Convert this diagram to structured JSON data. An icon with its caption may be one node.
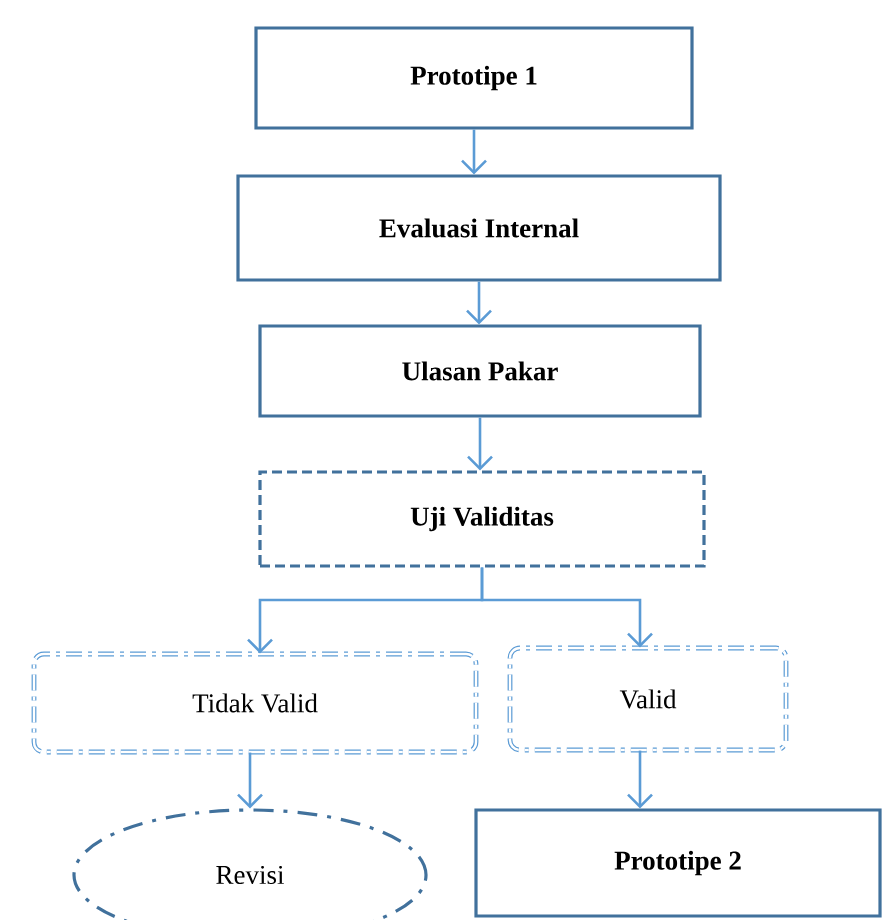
{
  "diagram": {
    "nodes": [
      {
        "text": [
          "Prototipe 1"
        ]
      },
      {
        "text": [
          "Evaluasi Internal"
        ]
      },
      {
        "text": [
          "Ulasan Pakar"
        ]
      },
      {
        "text": [
          "Uji Validitas"
        ]
      },
      {
        "text": [
          "Tidak Valid"
        ]
      },
      {
        "text": [
          "Valid"
        ]
      },
      {
        "text": [
          "Revisi"
        ]
      },
      {
        "text": [
          "Prototipe 2"
        ]
      }
    ],
    "edges": [
      {
        "from": 0,
        "to": 1,
        "arrow": "to"
      },
      {
        "from": 1,
        "to": 2,
        "arrow": "to"
      },
      {
        "from": 2,
        "to": 3,
        "arrow": "to"
      },
      {
        "from": 3,
        "to": 4,
        "arrow": "to"
      },
      {
        "from": 3,
        "to": 5,
        "arrow": "to"
      },
      {
        "from": 4,
        "to": 6,
        "arrow": "to"
      },
      {
        "from": 5,
        "to": 7,
        "arrow": "to"
      }
    ]
  }
}
